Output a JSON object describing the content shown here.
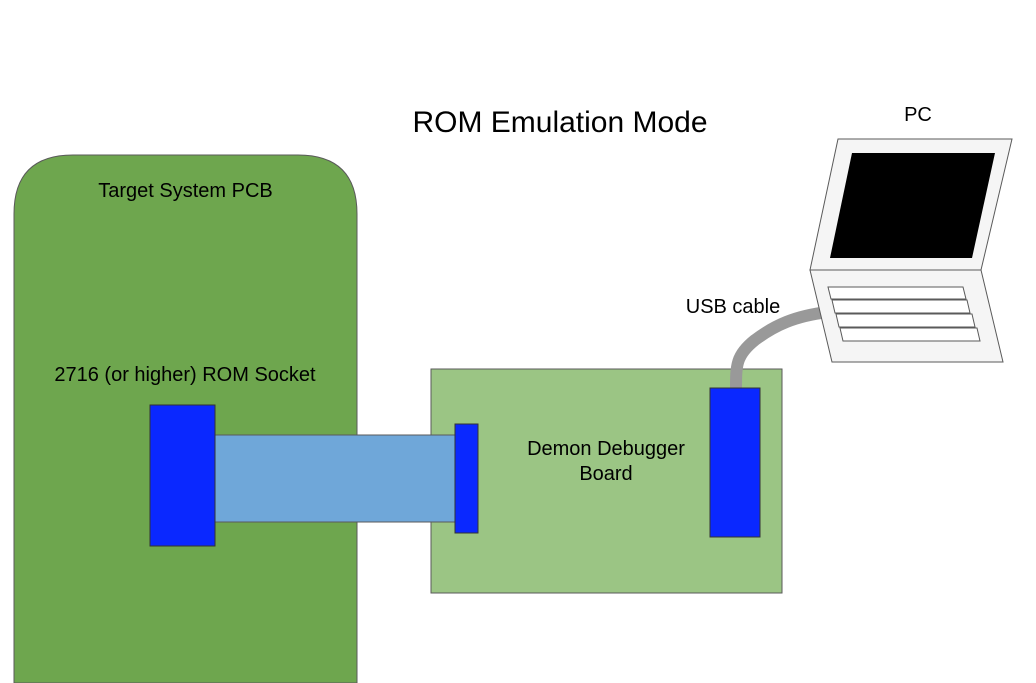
{
  "title": "ROM Emulation Mode",
  "pcb": {
    "label": "Target System PCB"
  },
  "socket": {
    "label": "2716 (or higher) ROM Socket"
  },
  "board": {
    "label": "Demon Debugger Board"
  },
  "usb": {
    "label": "USB cable"
  },
  "pc": {
    "label": "PC"
  },
  "colors": {
    "pcb": "#6ea64e",
    "board": "#9bc584",
    "connector": "#0a28ff",
    "ribbon_cable": "#6fa7d9",
    "usb_cable": "#999999",
    "laptop_screen": "#000000",
    "outline": "#5a5a5a"
  }
}
